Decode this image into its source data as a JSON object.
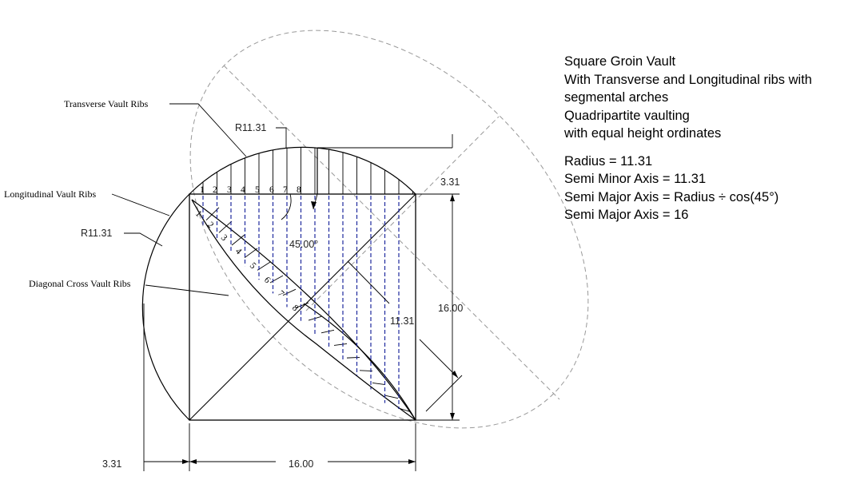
{
  "notes": {
    "title": "Square Groin Vault",
    "line2": "With Transverse and Longitudinal ribs with",
    "line3": "segmental arches",
    "line4": "Quadripartite vaulting",
    "line5": "with equal height ordinates",
    "radius": "Radius = 11.31",
    "semi_minor": "Semi Minor Axis = 11.31",
    "semi_major_formula": "Semi Major Axis = Radius ÷ cos(45°)",
    "semi_major_value": "Semi Major Axis = 16"
  },
  "labels": {
    "transverse": "Transverse Vault Ribs",
    "longitudinal": "Longitudinal Vault Ribs",
    "diagonal": "Diagonal Cross Vault Ribs"
  },
  "dimensions": {
    "radius_top": "R11.31",
    "radius_left": "R11.31",
    "rise_right": "3.31",
    "rise_bottom": "3.31",
    "angle": "45.00°",
    "span_right": "16.00",
    "span_bottom": "16.00",
    "diag_radius": "11.31"
  },
  "ordinates": [
    "1",
    "2",
    "3",
    "4",
    "5",
    "6",
    "7",
    "8"
  ]
}
